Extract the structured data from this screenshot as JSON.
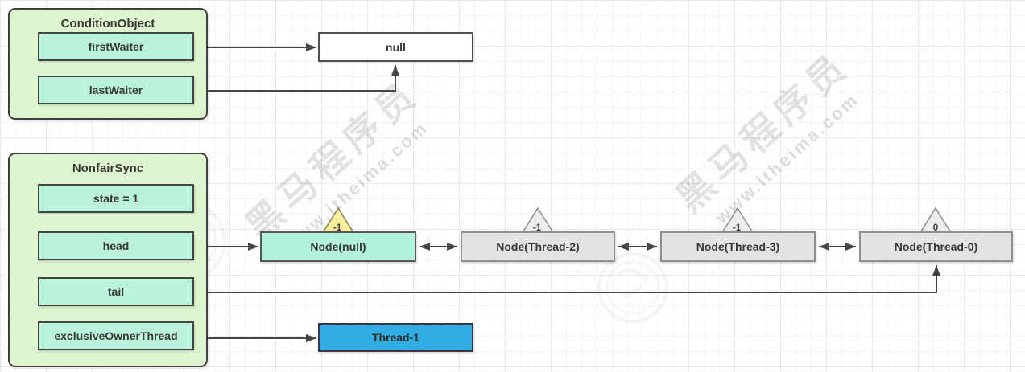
{
  "condition_object": {
    "title": "ConditionObject",
    "fields": [
      {
        "label": "firstWaiter"
      },
      {
        "label": "lastWaiter"
      }
    ],
    "points_to": "null"
  },
  "null_box": {
    "label": "null"
  },
  "nonfair_sync": {
    "title": "NonfairSync",
    "fields": [
      {
        "label": "state = 1"
      },
      {
        "label": "head"
      },
      {
        "label": "tail"
      },
      {
        "label": "exclusiveOwnerThread"
      }
    ]
  },
  "queue": {
    "nodes": [
      {
        "label": "Node(null)",
        "wait_status": "-1",
        "highlight": true
      },
      {
        "label": "Node(Thread-2)",
        "wait_status": "-1",
        "highlight": false
      },
      {
        "label": "Node(Thread-3)",
        "wait_status": "-1",
        "highlight": false
      },
      {
        "label": "Node(Thread-0)",
        "wait_status": "0",
        "highlight": false
      }
    ]
  },
  "owner_thread": {
    "label": "Thread-1"
  },
  "watermark": {
    "brand": "黑马程序员",
    "url": "www.itheima.com"
  },
  "colors": {
    "container_fill": "#ddf6cf",
    "field_fill": "#b9f3da",
    "head_node_fill": "#b2f2da",
    "queue_node_fill": "#e3e3e3",
    "owner_thread_fill": "#31ade4",
    "triangle_highlight_fill": "#f7ef9b",
    "triangle_fill": "#ededed",
    "connector_stroke": "#474747"
  }
}
